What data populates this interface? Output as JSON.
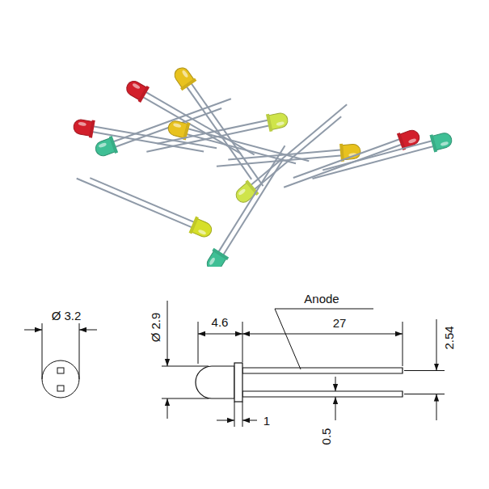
{
  "diagram": {
    "labels": [
      "Ø 3.2",
      "Ø 2.9",
      "4.6",
      "Anode",
      "27",
      "2.54",
      "1",
      "0.5"
    ]
  }
}
